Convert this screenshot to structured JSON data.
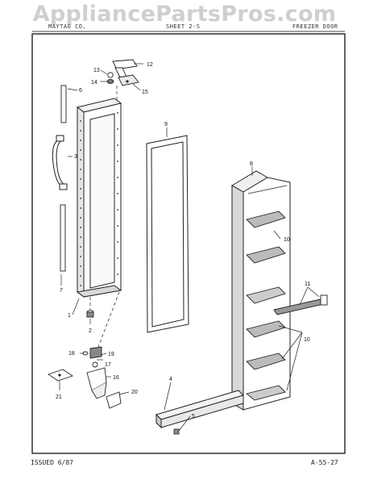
{
  "watermark": "AppliancePartsPros.com",
  "header": {
    "left": "MAYTAG CO.",
    "center": "SHEET 2-S",
    "right": "FREEZER DOOR"
  },
  "footer": {
    "issued": "ISSUED 6/87",
    "page_code": "A-55-27"
  },
  "callouts": [
    {
      "id": "c1",
      "text": "1"
    },
    {
      "id": "c2",
      "text": "2"
    },
    {
      "id": "c3",
      "text": "3"
    },
    {
      "id": "c4",
      "text": "4"
    },
    {
      "id": "c5",
      "text": "5"
    },
    {
      "id": "c6",
      "text": "6"
    },
    {
      "id": "c7",
      "text": "7"
    },
    {
      "id": "c8",
      "text": "8"
    },
    {
      "id": "c9",
      "text": "9"
    },
    {
      "id": "c10a",
      "text": "10"
    },
    {
      "id": "c10b",
      "text": "10"
    },
    {
      "id": "c11",
      "text": "11"
    },
    {
      "id": "c12",
      "text": "12"
    },
    {
      "id": "c13",
      "text": "13"
    },
    {
      "id": "c14",
      "text": "14"
    },
    {
      "id": "c15",
      "text": "15"
    },
    {
      "id": "c16",
      "text": "16"
    },
    {
      "id": "c17",
      "text": "17"
    },
    {
      "id": "c18",
      "text": "18"
    },
    {
      "id": "c19",
      "text": "19"
    },
    {
      "id": "c20",
      "text": "20"
    },
    {
      "id": "c21",
      "text": "21"
    }
  ]
}
